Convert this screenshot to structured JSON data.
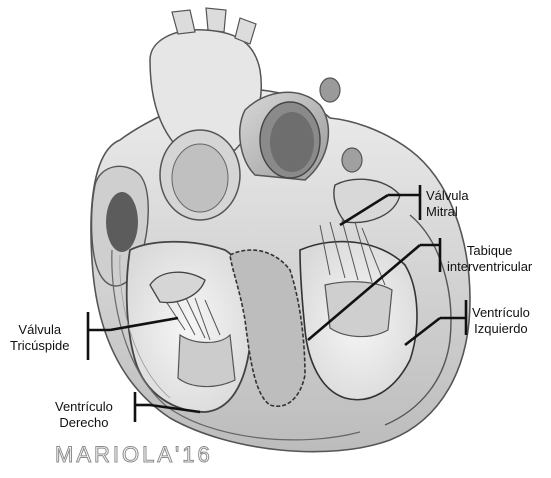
{
  "diagram": {
    "labels": {
      "mitral": {
        "line1": "Válvula",
        "line2": "Mitral"
      },
      "septum": {
        "line1": "Tabique",
        "line2": "interventricular"
      },
      "left_ventricle": {
        "line1": "Ventrículo",
        "line2": "Izquierdo"
      },
      "tricuspid": {
        "line1": "Válvula",
        "line2": "Tricúspide"
      },
      "right_ventricle": {
        "line1": "Ventrículo",
        "line2": "Derecho"
      }
    },
    "signature": "MARIOLA'16"
  },
  "colors": {
    "ink": "#111111",
    "pencil_dark": "#3a3a3a",
    "pencil_mid": "#7a7a7a",
    "pencil_light": "#b5b5b5",
    "paper": "#ffffff"
  }
}
